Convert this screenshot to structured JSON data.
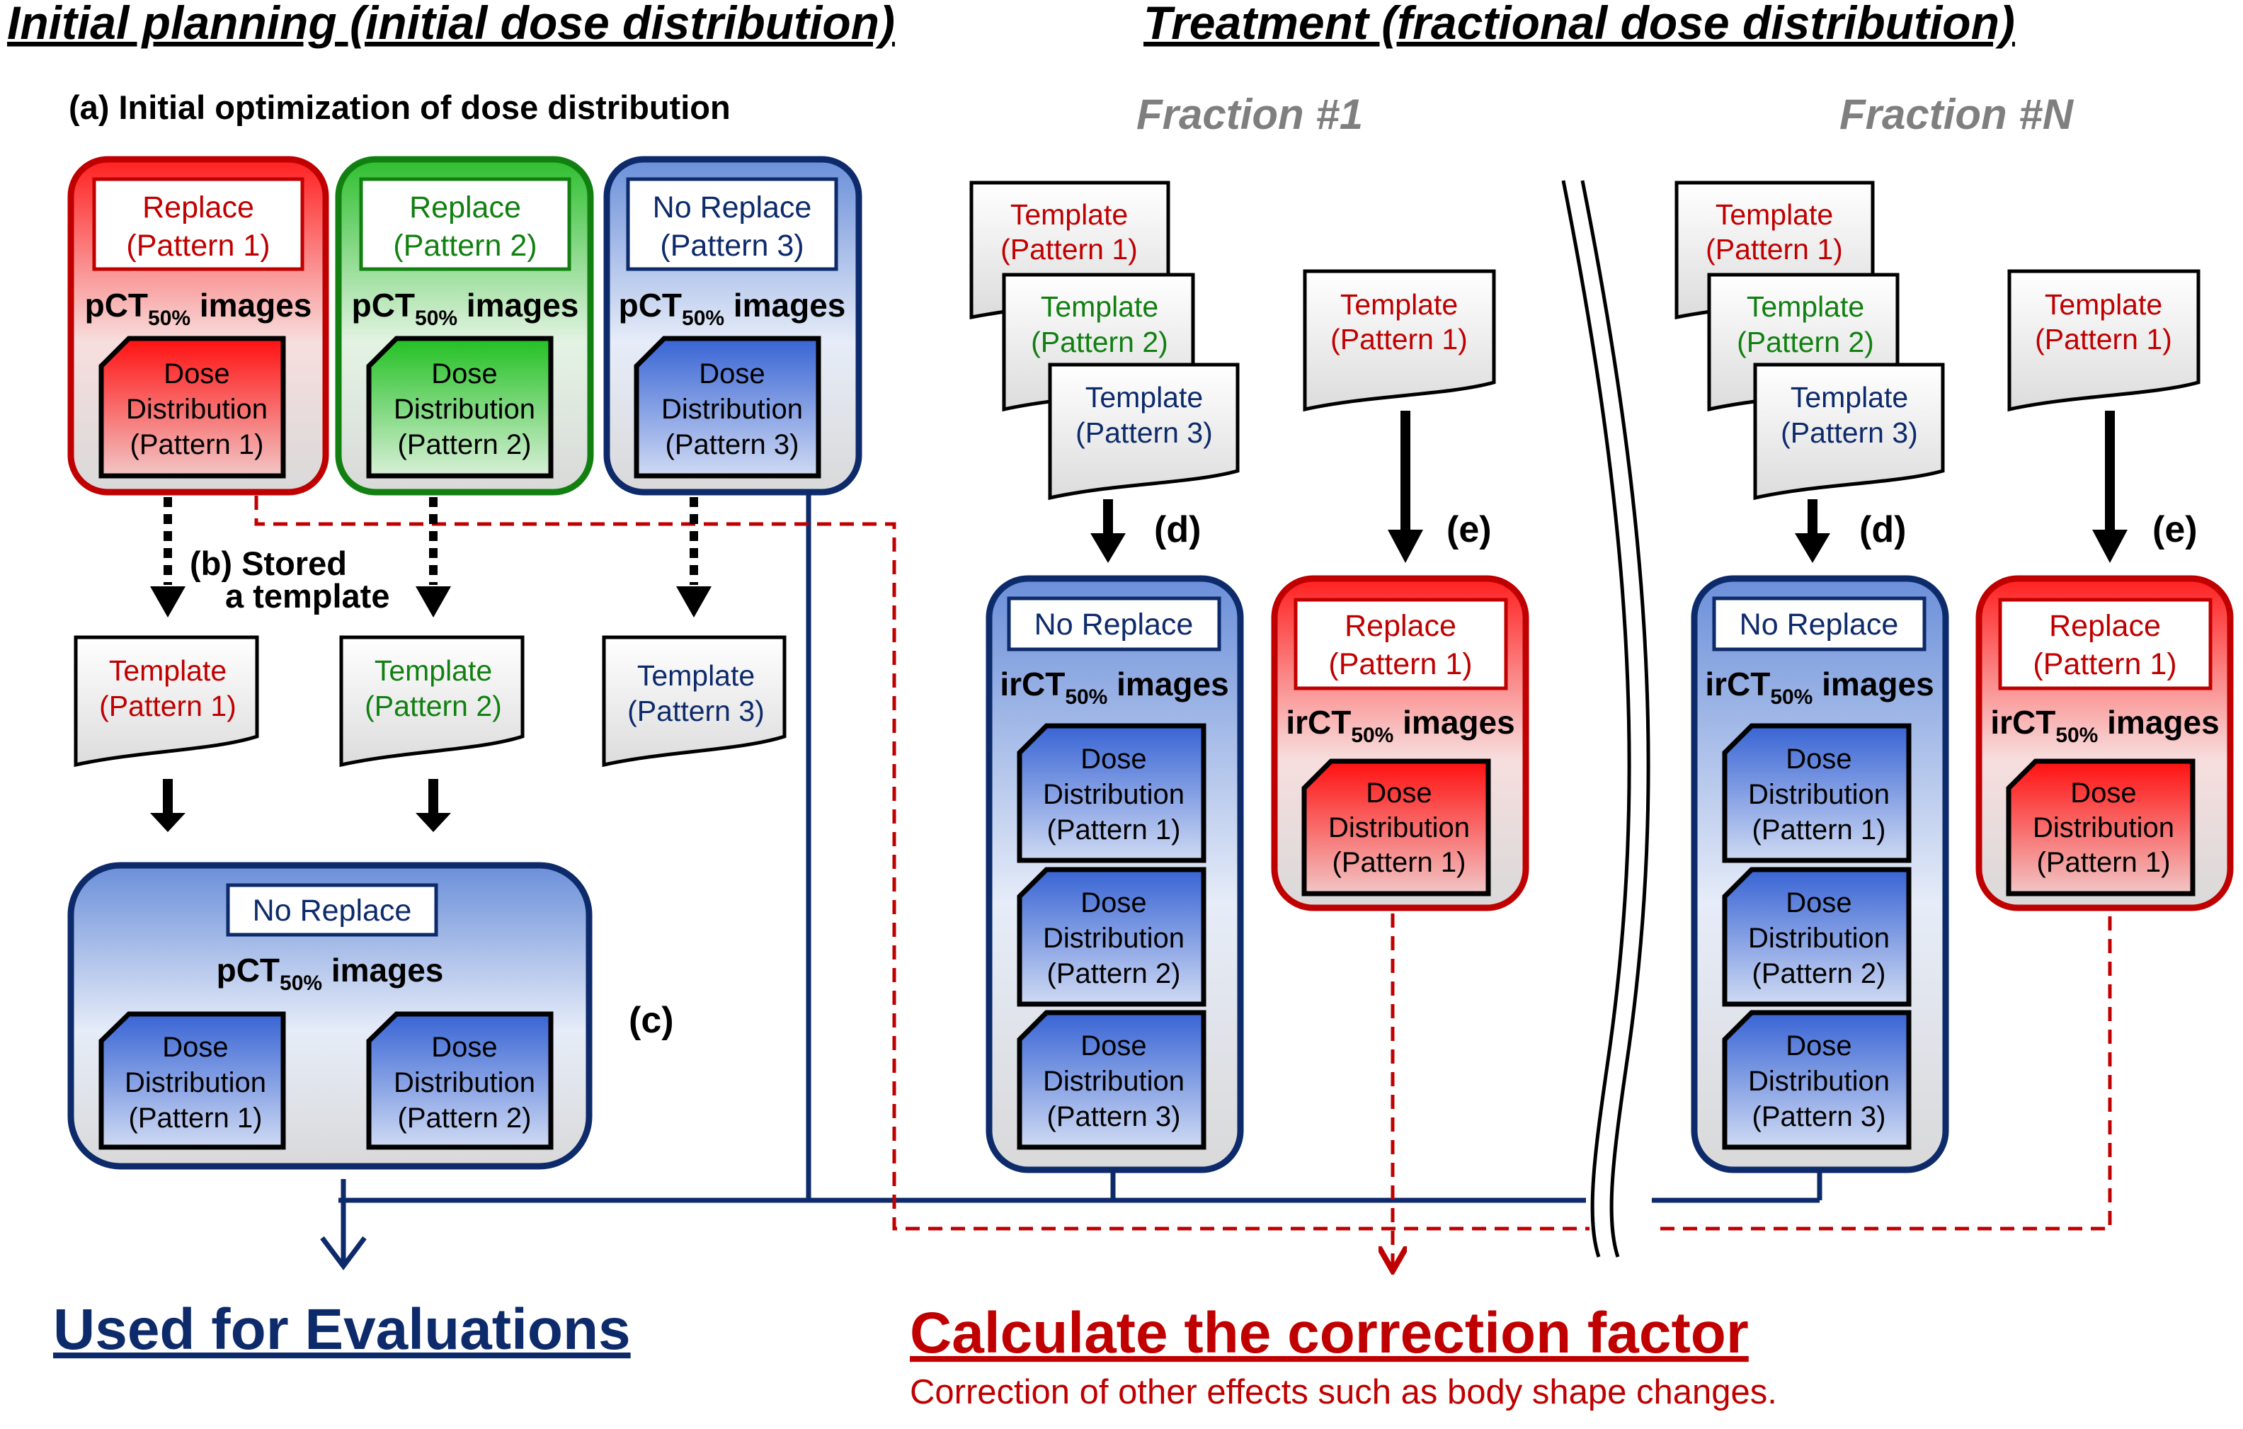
{
  "headers": {
    "planning": "Initial planning (initial dose distribution)",
    "treatment": "Treatment (fractional dose distribution)"
  },
  "fractions": [
    "Fraction #1",
    "Fraction #N"
  ],
  "steps": {
    "a": "(a) Initial optimization of dose distribution",
    "b_line1": "(b) Stored",
    "b_line2": "a template",
    "c": "(c)",
    "d": "(d)",
    "e": "(e)"
  },
  "labels": {
    "replace": "Replace",
    "no_replace": "No Replace",
    "template": "Template",
    "pattern1": "(Pattern 1)",
    "pattern2": "(Pattern 2)",
    "pattern3": "(Pattern 3)",
    "dose": "Dose",
    "distribution": "Distribution"
  },
  "image_labels": {
    "pct_main": "pCT",
    "irct_main": "irCT",
    "subscript": "50%",
    "suffix": " images"
  },
  "outputs": {
    "evaluations": "Used for Evaluations",
    "correction": "Calculate the correction factor",
    "correction_note": "Correction of other effects such as body shape changes."
  },
  "colors": {
    "red": "#c00000",
    "green": "#118011",
    "navy": "#0d2a6b",
    "gray_header": "#7f7f7f"
  }
}
